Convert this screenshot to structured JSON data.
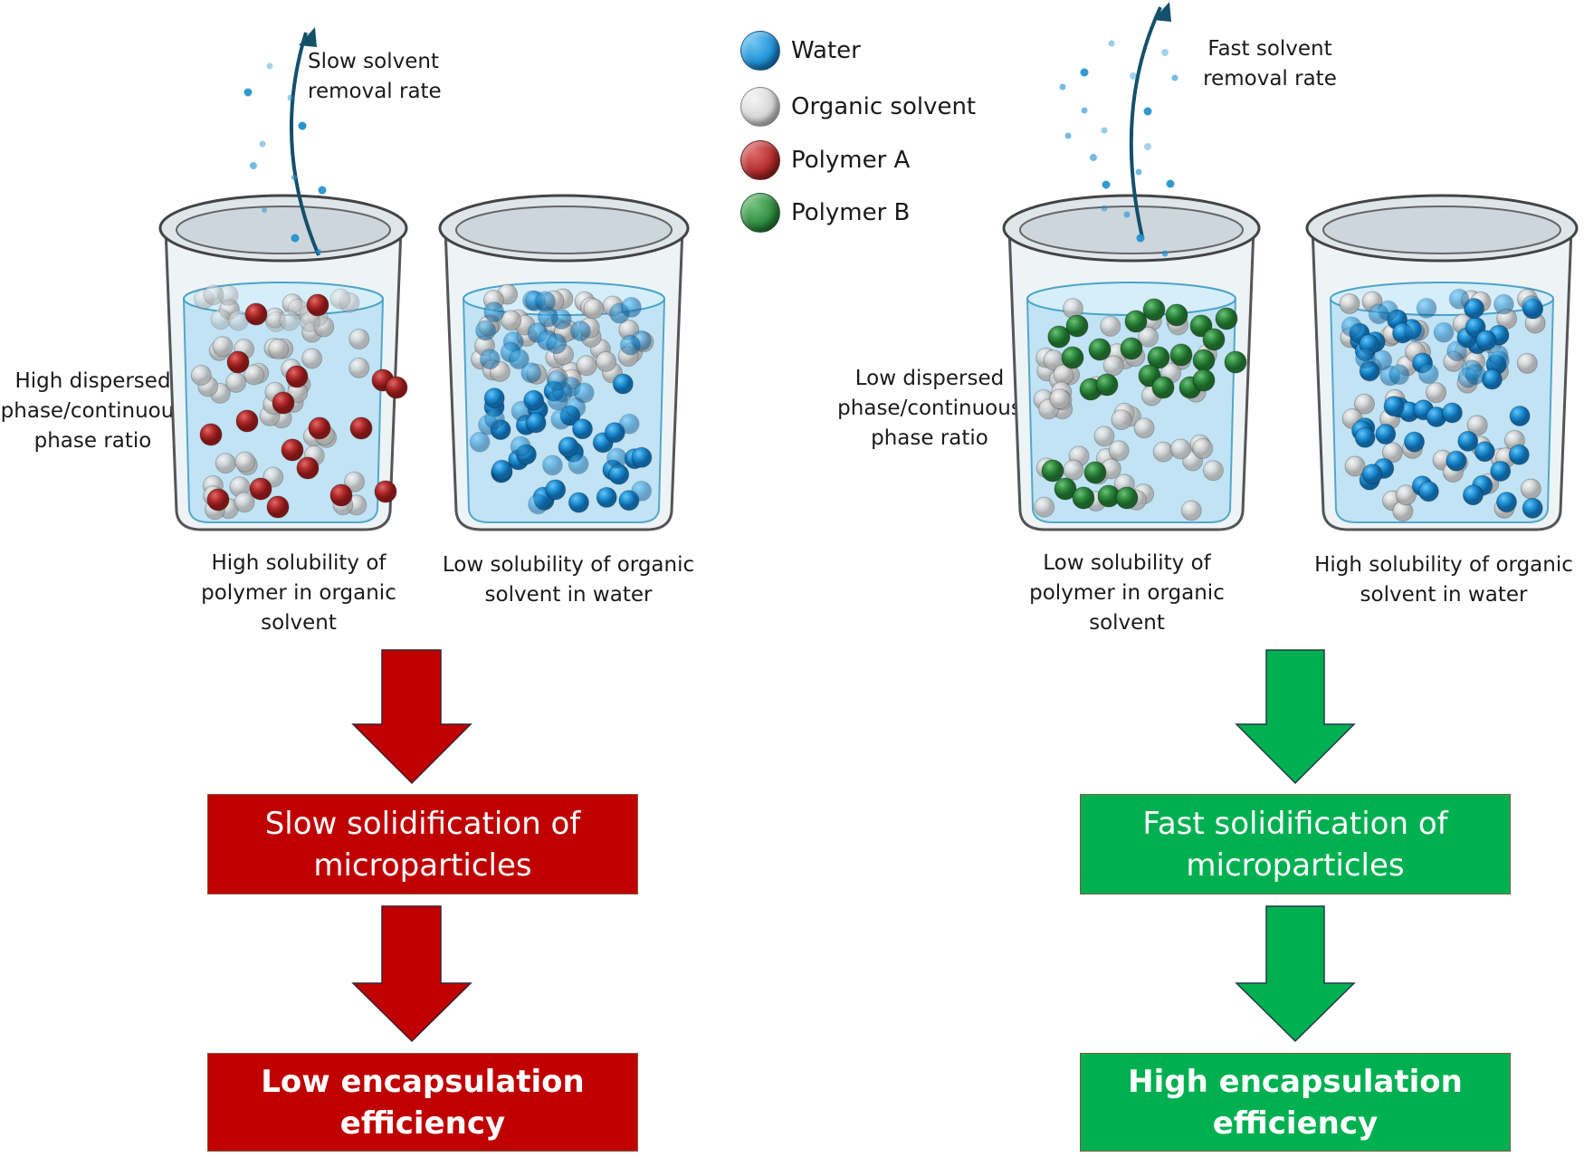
{
  "legend": [
    {
      "label": "Water",
      "color": "#1e90d6",
      "icon": "water-particle-icon"
    },
    {
      "label": "Organic solvent",
      "color": "#d9d9d9",
      "icon": "organic-solvent-particle-icon"
    },
    {
      "label": "Polymer A",
      "color": "#b02a2a",
      "icon": "polymer-a-particle-icon"
    },
    {
      "label": "Polymer B",
      "color": "#2e8b3e",
      "icon": "polymer-b-particle-icon"
    }
  ],
  "left": {
    "removal_rate": [
      "Slow solvent",
      "removal rate"
    ],
    "phase_ratio": [
      "High dispersed",
      "phase/continuous",
      "phase ratio"
    ],
    "beaker1_caption": [
      "High solubility of",
      "polymer in organic",
      "solvent"
    ],
    "beaker2_caption": [
      "Low solubility of organic",
      "solvent  in water"
    ],
    "step1": [
      "Slow solidification of",
      "microparticles"
    ],
    "step2": [
      "Low encapsulation",
      "efficiency"
    ],
    "color": "#c00000",
    "beaker1_polymer": "Polymer A",
    "beaker2_contents": "Organic solvent on top, water below"
  },
  "right": {
    "removal_rate": [
      "Fast solvent",
      "removal rate"
    ],
    "phase_ratio": [
      "Low dispersed",
      "phase/continuous",
      "phase ratio"
    ],
    "beaker1_caption": [
      "Low solubility of",
      "polymer in organic",
      "solvent"
    ],
    "beaker2_caption": [
      "High solubility of organic",
      "solvent  in water"
    ],
    "step1": [
      "Fast solidification of",
      "microparticles"
    ],
    "step2": [
      "High encapsulation",
      "efficiency"
    ],
    "color": "#00b050",
    "beaker1_polymer": "Polymer B",
    "beaker2_contents": "Organic solvent mixed with water"
  }
}
